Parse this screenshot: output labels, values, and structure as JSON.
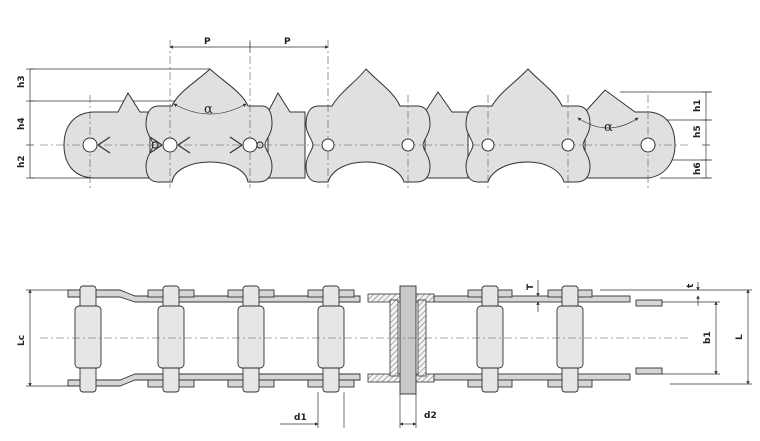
{
  "top_view": {
    "pitch_labels": [
      "P",
      "P"
    ],
    "angle_labels": [
      "α",
      "α"
    ],
    "left_dims": [
      "h3",
      "h4",
      "h2"
    ],
    "right_dims": [
      "h1",
      "h5",
      "h6"
    ]
  },
  "bottom_view": {
    "left_dim": "Lc",
    "right_dims": [
      "b1",
      "L"
    ],
    "plate_dims": [
      "T",
      "t"
    ],
    "bottom_dims": [
      "d1",
      "d2"
    ]
  }
}
